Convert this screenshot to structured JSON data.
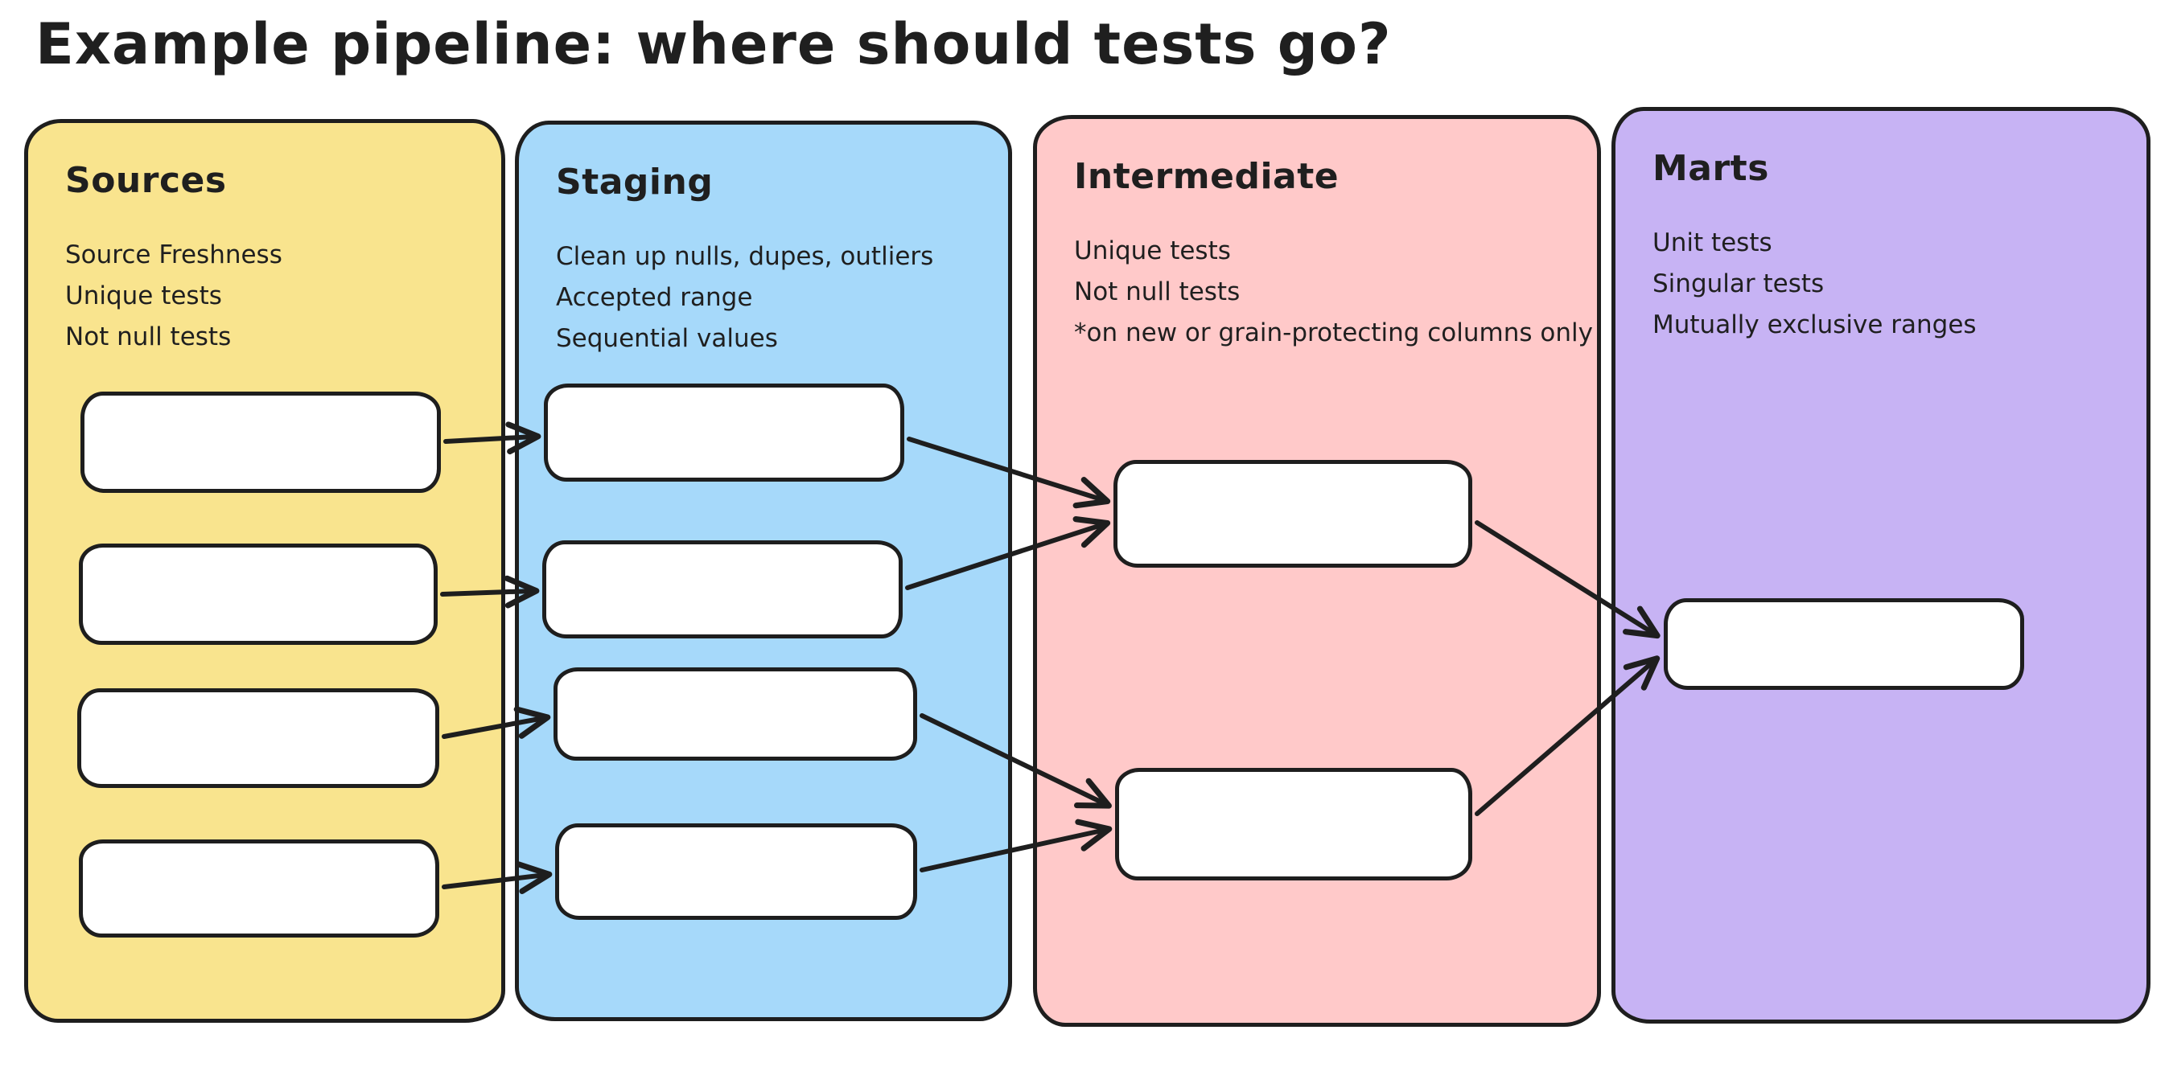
{
  "title": "Example pipeline: where should tests go?",
  "canvas": {
    "background": "#ffffff",
    "stroke_color": "#1e1e1e",
    "node_fill": "#ffffff"
  },
  "columns": [
    {
      "id": "sources",
      "label": "Sources",
      "color": "#F9E48E",
      "notes": [
        "Source Freshness",
        "Unique tests",
        "Not null tests"
      ],
      "node_count": 4
    },
    {
      "id": "staging",
      "label": "Staging",
      "color": "#A6D9FA",
      "notes": [
        "Clean up nulls, dupes, outliers",
        "Accepted range",
        "Sequential values"
      ],
      "node_count": 4
    },
    {
      "id": "intermediate",
      "label": "Intermediate",
      "color": "#FFC9C9",
      "notes": [
        "Unique tests",
        "Not null tests",
        "*on new or grain-protecting columns only"
      ],
      "node_count": 2
    },
    {
      "id": "marts",
      "label": "Marts",
      "color": "#C7B3F4",
      "notes": [
        "Unit tests",
        "Singular tests",
        "Mutually exclusive ranges"
      ],
      "node_count": 1
    }
  ],
  "edges": [
    {
      "from": "sources-1",
      "to": "staging-1"
    },
    {
      "from": "sources-2",
      "to": "staging-2"
    },
    {
      "from": "sources-3",
      "to": "staging-3"
    },
    {
      "from": "sources-4",
      "to": "staging-4"
    },
    {
      "from": "staging-1",
      "to": "intermediate-1"
    },
    {
      "from": "staging-2",
      "to": "intermediate-1"
    },
    {
      "from": "staging-3",
      "to": "intermediate-2"
    },
    {
      "from": "staging-4",
      "to": "intermediate-2"
    },
    {
      "from": "intermediate-1",
      "to": "marts-1"
    },
    {
      "from": "intermediate-2",
      "to": "marts-1"
    }
  ]
}
